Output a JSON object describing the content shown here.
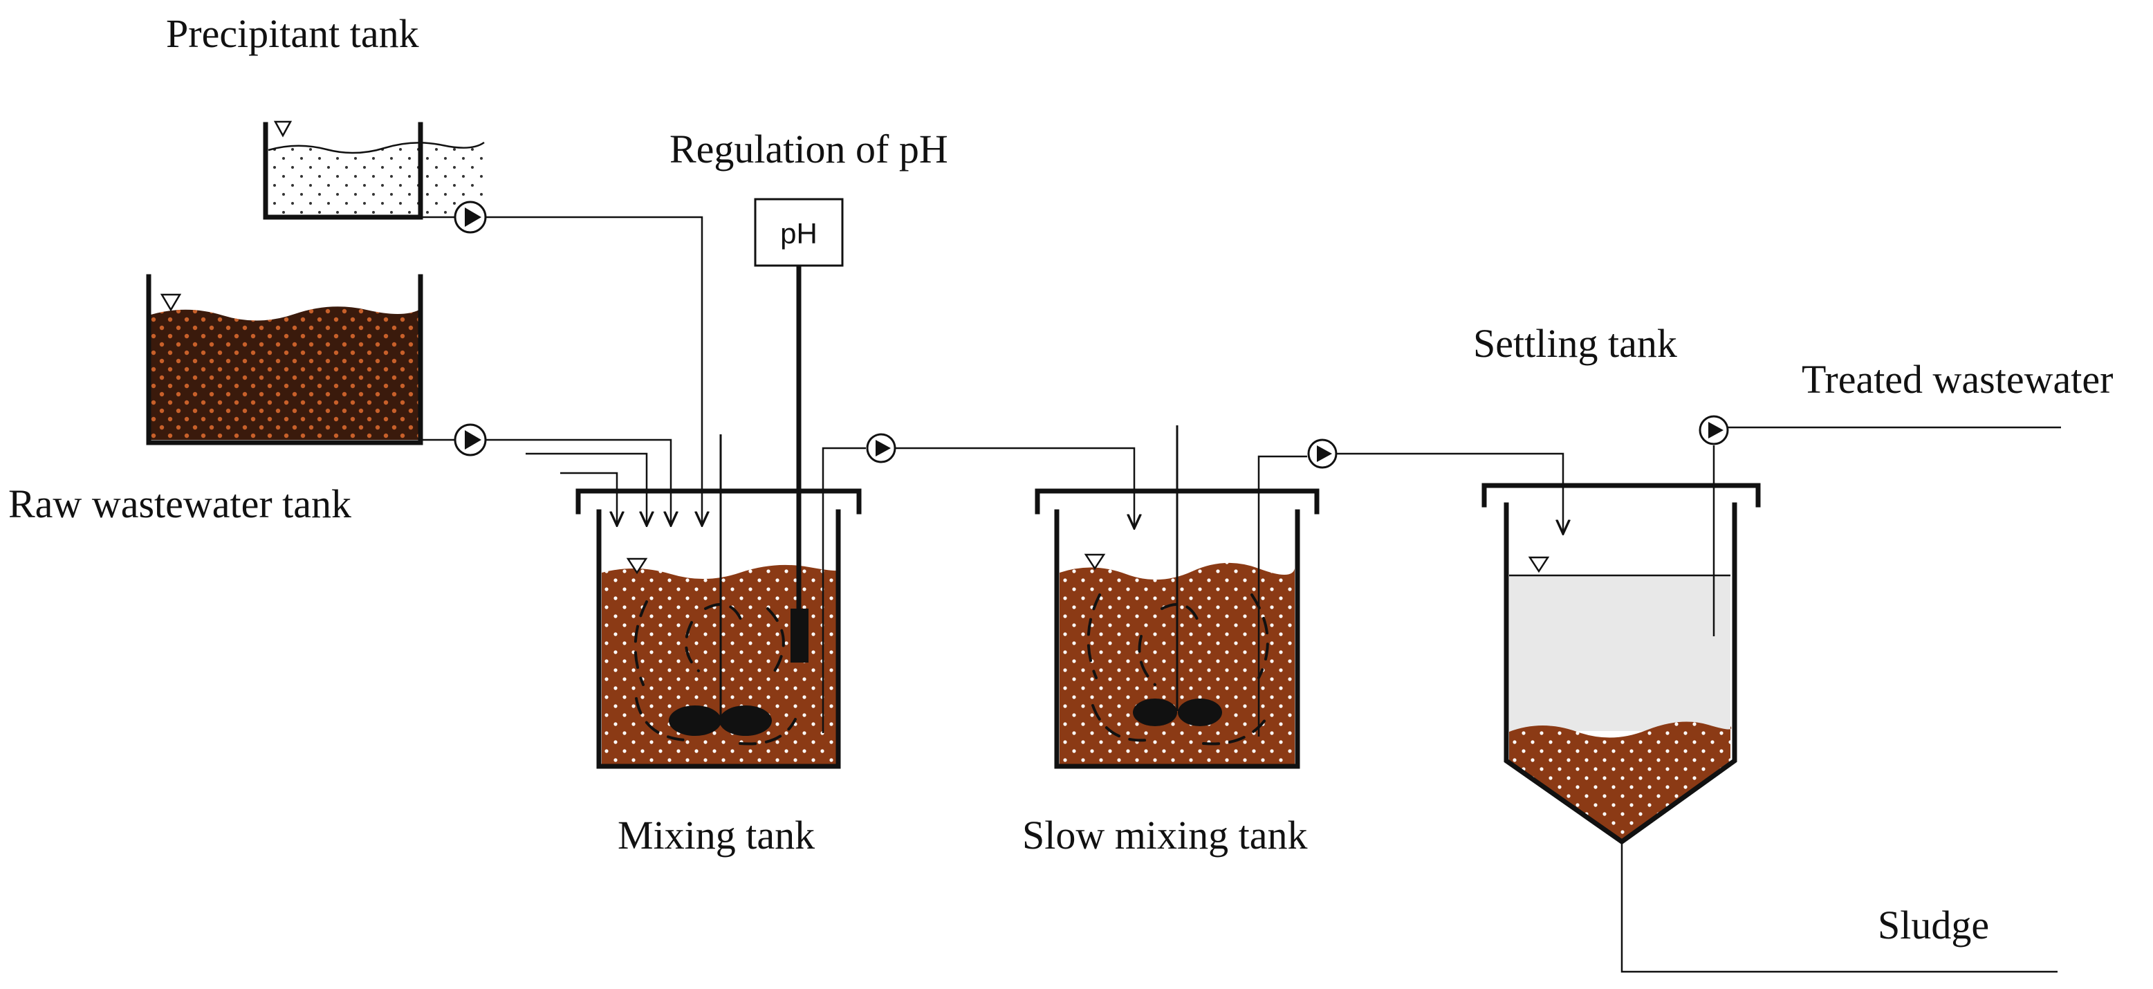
{
  "labels": {
    "precipitant_tank": "Precipitant tank",
    "raw_wastewater_tank": "Raw wastewater tank",
    "regulation_of_ph": "Regulation of pH",
    "ph_meter": "pH",
    "mixing_tank": "Mixing tank",
    "slow_mixing_tank": "Slow mixing tank",
    "settling_tank": "Settling tank",
    "treated_wastewater": "Treated wastewater",
    "sludge": "Sludge"
  },
  "colors": {
    "sludge_brown": "#8b3a15",
    "dark_brown": "#3a1a0c",
    "clear_water": "#e8e8e8",
    "line": "#111111"
  }
}
